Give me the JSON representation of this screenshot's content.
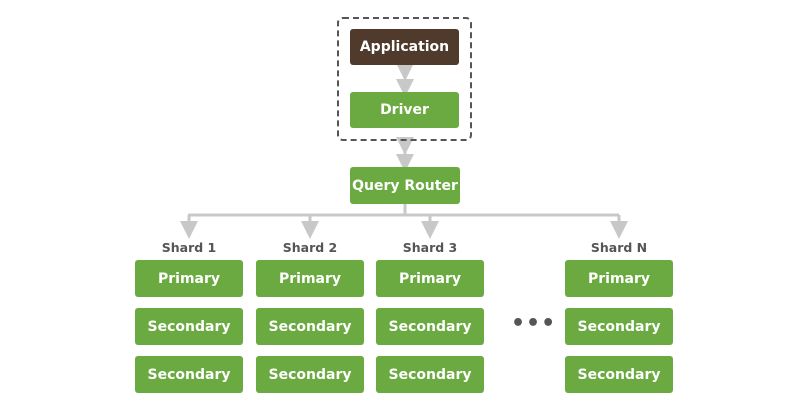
{
  "diagram": {
    "application": "Application",
    "driver": "Driver",
    "query_router": "Query Router",
    "ellipsis": "•••",
    "shards": [
      {
        "label": "Shard 1",
        "primary": "Primary",
        "secondaries": [
          "Secondary",
          "Secondary"
        ]
      },
      {
        "label": "Shard 2",
        "primary": "Primary",
        "secondaries": [
          "Secondary",
          "Secondary"
        ]
      },
      {
        "label": "Shard 3",
        "primary": "Primary",
        "secondaries": [
          "Secondary",
          "Secondary"
        ]
      },
      {
        "label": "Shard N",
        "primary": "Primary",
        "secondaries": [
          "Secondary",
          "Secondary"
        ]
      }
    ]
  },
  "colors": {
    "node_green": "#6aaa40",
    "node_brown": "#4f3a2b",
    "connector": "#c8c8c8",
    "label_gray": "#555555"
  }
}
